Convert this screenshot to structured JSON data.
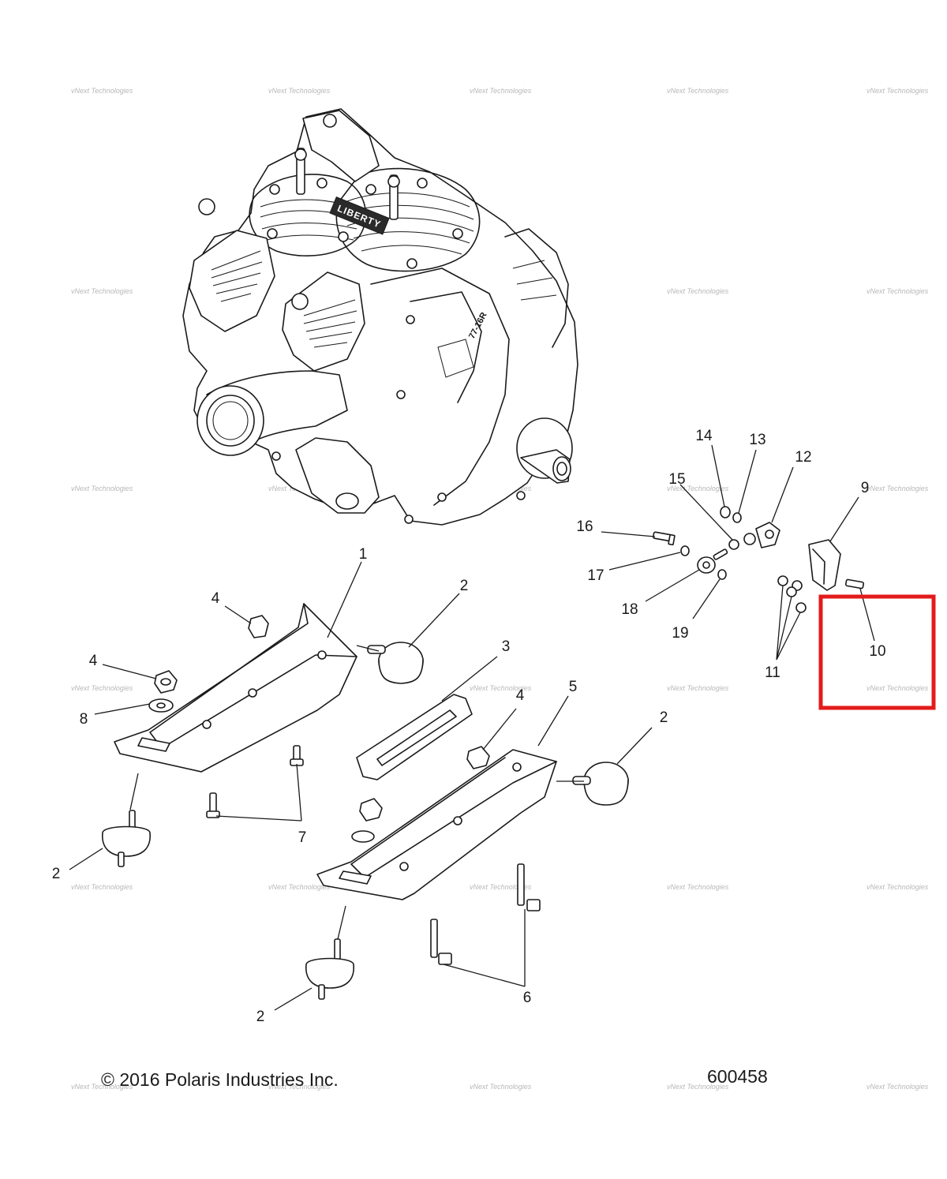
{
  "footer": {
    "copyright": "© 2016 Polaris Industries Inc.",
    "drawing_number": "600458"
  },
  "watermark": "vNext Technologies",
  "engine": {
    "badge": "LIBERTY",
    "model_mark": "77-16R"
  },
  "highlight": {
    "color": "#e31b1b",
    "target_callout": "10"
  },
  "callouts": {
    "c1": "1",
    "c2a": "2",
    "c2b": "2",
    "c2c": "2",
    "c2d": "2",
    "c3": "3",
    "c4a": "4",
    "c4b": "4",
    "c4c": "4",
    "c5": "5",
    "c6": "6",
    "c7": "7",
    "c8": "8",
    "c9": "9",
    "c10": "10",
    "c11": "11",
    "c12": "12",
    "c13": "13",
    "c14": "14",
    "c15": "15",
    "c16": "16",
    "c17": "17",
    "c18": "18",
    "c19": "19"
  }
}
